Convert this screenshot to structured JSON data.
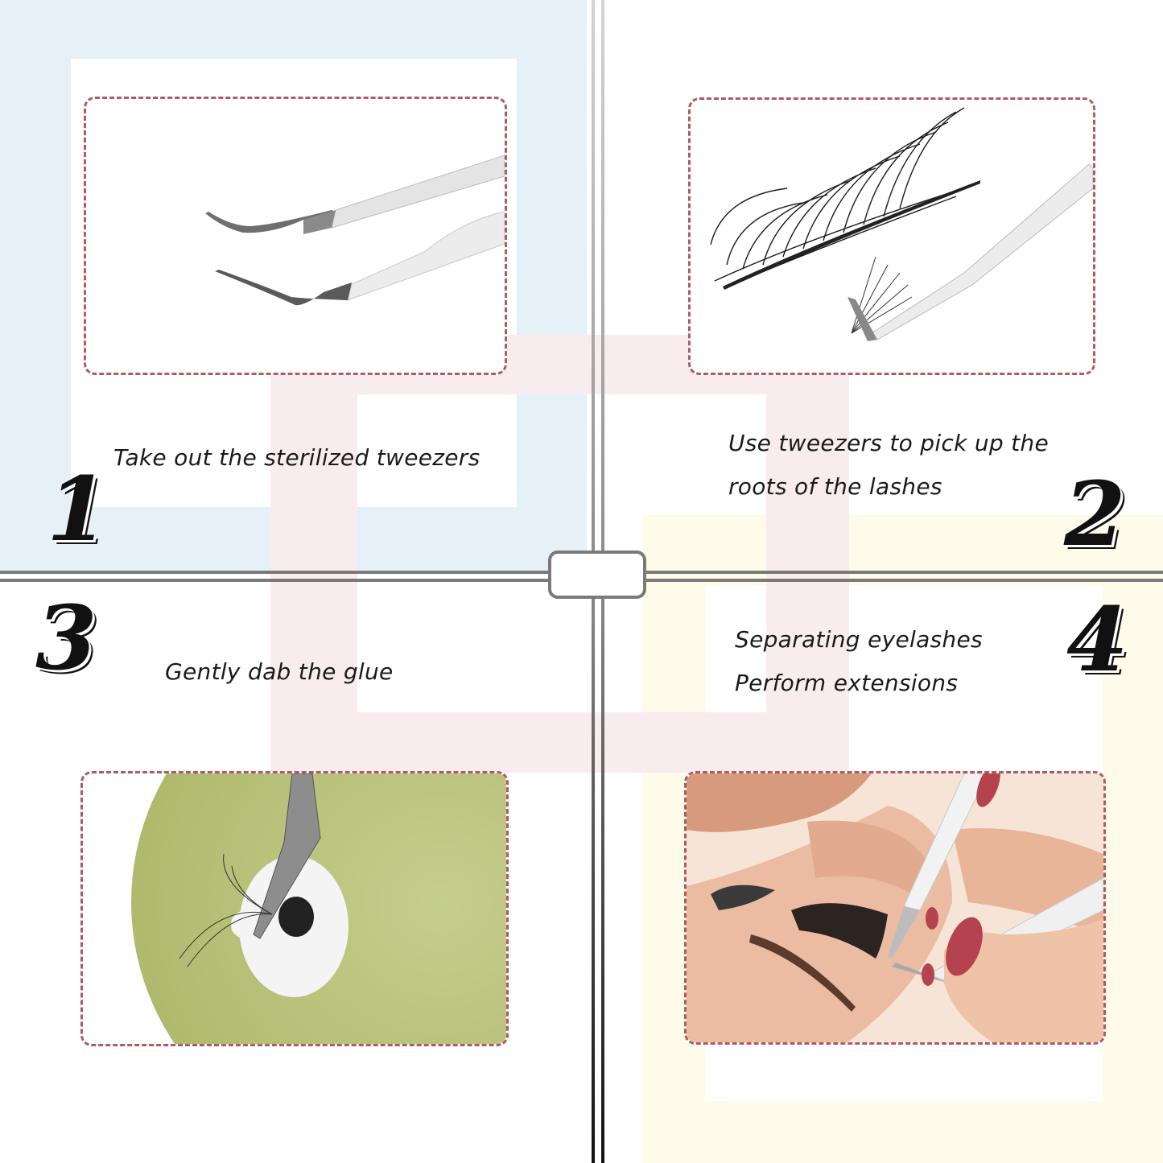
{
  "colors": {
    "q1_background": "#e6f0f7",
    "q4_background": "#fefbeb",
    "pink_frame": "#f8ecee",
    "dashed_border": "#b05a60",
    "divider": "#7a7a7a",
    "jade": "#b7c27a",
    "skin": "#e9b69a",
    "nail": "#b5434f"
  },
  "steps": [
    {
      "number": "1",
      "caption_lines": [
        "Take out the sterilized tweezers"
      ],
      "image": "tweezers-pair-image"
    },
    {
      "number": "2",
      "caption_lines": [
        "Use tweezers to pick up the",
        "roots of the lashes"
      ],
      "image": "lash-tray-with-tweezers-image"
    },
    {
      "number": "3",
      "caption_lines": [
        "Gently dab the glue"
      ],
      "image": "jade-glue-stone-image"
    },
    {
      "number": "4",
      "caption_lines": [
        "Separating eyelashes",
        "Perform extensions"
      ],
      "image": "lash-extension-application-image"
    }
  ]
}
